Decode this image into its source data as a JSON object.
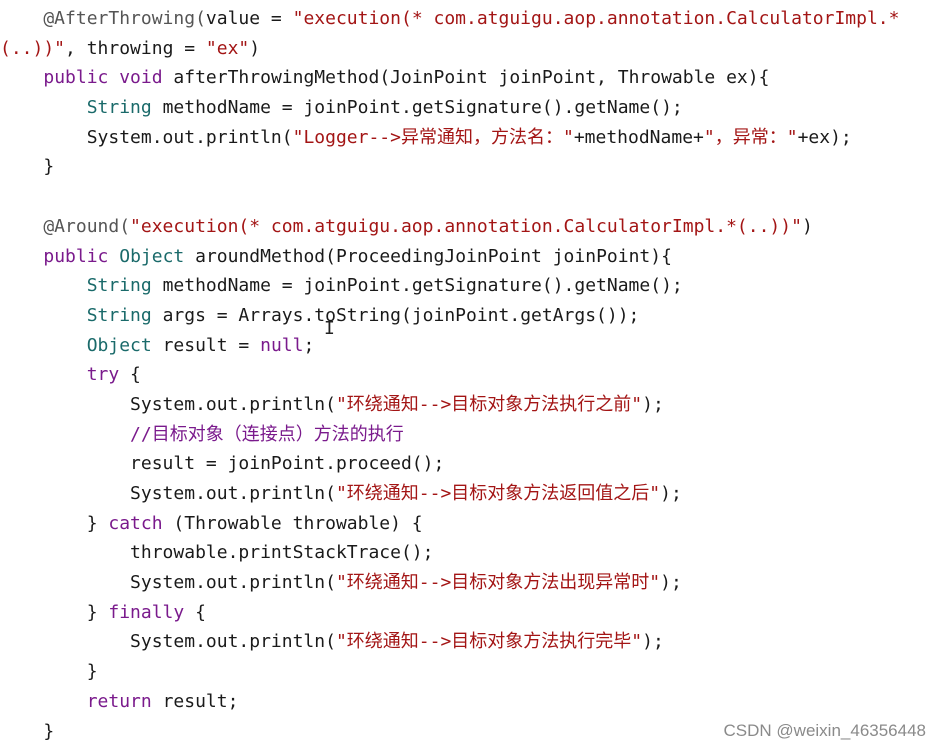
{
  "lines": [
    {
      "segments": [
        {
          "text": "    @AfterThrowing(",
          "cls": "annot"
        },
        {
          "text": "value",
          "cls": "plain"
        },
        {
          "text": " = ",
          "cls": "plain"
        },
        {
          "text": "\"execution(* com.atguigu.aop.annotation.CalculatorImpl.*",
          "cls": "str"
        }
      ]
    },
    {
      "segments": [
        {
          "text": "(..))\"",
          "cls": "str"
        },
        {
          "text": ", throwing = ",
          "cls": "plain"
        },
        {
          "text": "\"ex\"",
          "cls": "str"
        },
        {
          "text": ")",
          "cls": "plain"
        }
      ]
    },
    {
      "segments": [
        {
          "text": "    ",
          "cls": "plain"
        },
        {
          "text": "public void",
          "cls": "kw"
        },
        {
          "text": " afterThrowingMethod(JoinPoint joinPoint, Throwable ex){",
          "cls": "plain"
        }
      ]
    },
    {
      "segments": [
        {
          "text": "        ",
          "cls": "plain"
        },
        {
          "text": "String",
          "cls": "type"
        },
        {
          "text": " methodName = joinPoint.getSignature().getName();",
          "cls": "plain"
        }
      ]
    },
    {
      "segments": [
        {
          "text": "        System.out.println(",
          "cls": "plain"
        },
        {
          "text": "\"Logger-->异常通知，方法名：\"",
          "cls": "str"
        },
        {
          "text": "+methodName+",
          "cls": "plain"
        },
        {
          "text": "\"，异常：\"",
          "cls": "str"
        },
        {
          "text": "+ex);",
          "cls": "plain"
        }
      ]
    },
    {
      "segments": [
        {
          "text": "    }",
          "cls": "plain"
        }
      ]
    },
    {
      "segments": [
        {
          "text": "",
          "cls": "plain"
        }
      ]
    },
    {
      "segments": [
        {
          "text": "    @Around(",
          "cls": "annot"
        },
        {
          "text": "\"execution(* com.atguigu.aop.annotation.CalculatorImpl.*(..))\"",
          "cls": "str"
        },
        {
          "text": ")",
          "cls": "plain"
        }
      ]
    },
    {
      "segments": [
        {
          "text": "    ",
          "cls": "plain"
        },
        {
          "text": "public",
          "cls": "kw"
        },
        {
          "text": " ",
          "cls": "plain"
        },
        {
          "text": "Object",
          "cls": "type"
        },
        {
          "text": " aroundMethod(ProceedingJoinPoint joinPoint){",
          "cls": "plain"
        }
      ]
    },
    {
      "segments": [
        {
          "text": "        ",
          "cls": "plain"
        },
        {
          "text": "String",
          "cls": "type"
        },
        {
          "text": " methodName = joinPoint.getSignature().getName();",
          "cls": "plain"
        }
      ]
    },
    {
      "segments": [
        {
          "text": "        ",
          "cls": "plain"
        },
        {
          "text": "String",
          "cls": "type"
        },
        {
          "text": " args = Arrays.toString(joinPoint.getArgs());",
          "cls": "plain"
        }
      ]
    },
    {
      "segments": [
        {
          "text": "        ",
          "cls": "plain"
        },
        {
          "text": "Object",
          "cls": "type"
        },
        {
          "text": " result = ",
          "cls": "plain"
        },
        {
          "text": "null",
          "cls": "kw"
        },
        {
          "text": ";",
          "cls": "plain"
        }
      ]
    },
    {
      "segments": [
        {
          "text": "        ",
          "cls": "plain"
        },
        {
          "text": "try",
          "cls": "kw"
        },
        {
          "text": " {",
          "cls": "plain"
        }
      ]
    },
    {
      "segments": [
        {
          "text": "            System.out.println(",
          "cls": "plain"
        },
        {
          "text": "\"环绕通知-->目标对象方法执行之前\"",
          "cls": "str"
        },
        {
          "text": ");",
          "cls": "plain"
        }
      ]
    },
    {
      "segments": [
        {
          "text": "            ",
          "cls": "plain"
        },
        {
          "text": "//目标对象（连接点）方法的执行",
          "cls": "comment"
        }
      ]
    },
    {
      "segments": [
        {
          "text": "            result = joinPoint.proceed();",
          "cls": "plain"
        }
      ]
    },
    {
      "segments": [
        {
          "text": "            System.out.println(",
          "cls": "plain"
        },
        {
          "text": "\"环绕通知-->目标对象方法返回值之后\"",
          "cls": "str"
        },
        {
          "text": ");",
          "cls": "plain"
        }
      ]
    },
    {
      "segments": [
        {
          "text": "        } ",
          "cls": "plain"
        },
        {
          "text": "catch",
          "cls": "kw"
        },
        {
          "text": " (Throwable throwable) {",
          "cls": "plain"
        }
      ]
    },
    {
      "segments": [
        {
          "text": "            throwable.printStackTrace();",
          "cls": "plain"
        }
      ]
    },
    {
      "segments": [
        {
          "text": "            System.out.println(",
          "cls": "plain"
        },
        {
          "text": "\"环绕通知-->目标对象方法出现异常时\"",
          "cls": "str"
        },
        {
          "text": ");",
          "cls": "plain"
        }
      ]
    },
    {
      "segments": [
        {
          "text": "        } ",
          "cls": "plain"
        },
        {
          "text": "finally",
          "cls": "kw"
        },
        {
          "text": " {",
          "cls": "plain"
        }
      ]
    },
    {
      "segments": [
        {
          "text": "            System.out.println(",
          "cls": "plain"
        },
        {
          "text": "\"环绕通知-->目标对象方法执行完毕\"",
          "cls": "str"
        },
        {
          "text": ");",
          "cls": "plain"
        }
      ]
    },
    {
      "segments": [
        {
          "text": "        }",
          "cls": "plain"
        }
      ]
    },
    {
      "segments": [
        {
          "text": "        ",
          "cls": "plain"
        },
        {
          "text": "return",
          "cls": "kw"
        },
        {
          "text": " result;",
          "cls": "plain"
        }
      ]
    },
    {
      "segments": [
        {
          "text": "    }",
          "cls": "plain"
        }
      ]
    }
  ],
  "watermark": "CSDN @weixin_46356448",
  "cursor_icon": "text-cursor-icon",
  "colors": {
    "keyword": "#7a1a8c",
    "type": "#1a6a6a",
    "string": "#a31515",
    "annotation": "#555555",
    "plain": "#1a1a1a"
  }
}
